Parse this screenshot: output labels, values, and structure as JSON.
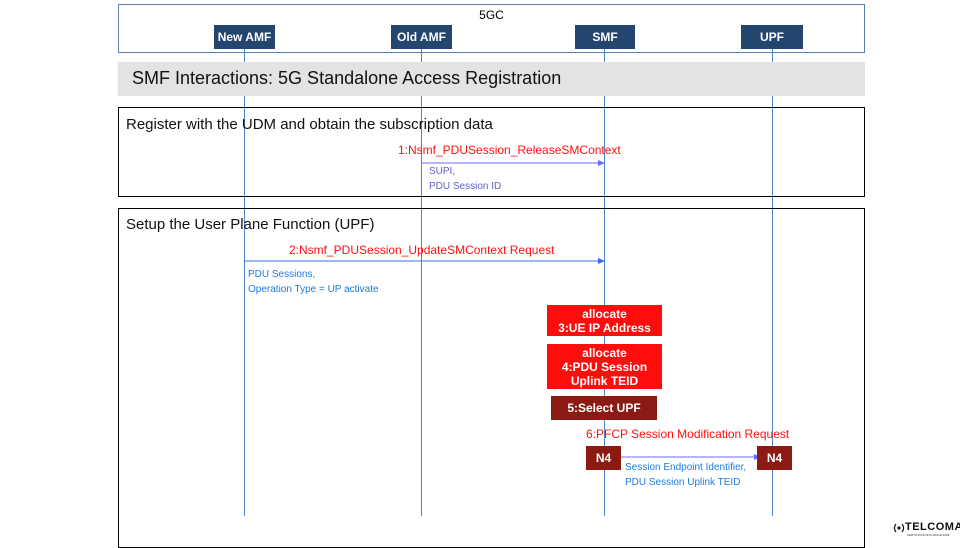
{
  "header": {
    "domain_label": "5GC"
  },
  "nodes": [
    {
      "id": "new-amf",
      "label": "New AMF"
    },
    {
      "id": "old-amf",
      "label": "Old AMF"
    },
    {
      "id": "smf",
      "label": "SMF"
    },
    {
      "id": "upf",
      "label": "UPF"
    }
  ],
  "title": "SMF Interactions: 5G Standalone Access Registration",
  "sections": [
    {
      "title": "Register with the UDM and obtain the subscription data",
      "messages": [
        {
          "label": "1:Nsmf_PDUSession_ReleaseSMContext",
          "params": [
            "SUPI,",
            "PDU Session ID"
          ]
        }
      ]
    },
    {
      "title": "Setup the User Plane Function (UPF)",
      "messages": [
        {
          "label": "2:Nsmf_PDUSession_UpdateSMContext Request",
          "params": [
            "PDU Sessions,",
            "Operation Type = UP activate"
          ]
        }
      ],
      "actions": [
        {
          "lines": [
            "allocate",
            "3:UE IP Address"
          ]
        },
        {
          "lines": [
            "allocate",
            "4:PDU Session",
            "Uplink TEID"
          ]
        },
        {
          "lines": [
            "5:Select UPF"
          ]
        }
      ],
      "n4_message": {
        "label": "6:PFCP Session Modification Request",
        "from_tag": "N4",
        "to_tag": "N4",
        "params": [
          "Session Endpoint Identifier,",
          "PDU Session Uplink TEID"
        ]
      }
    }
  ],
  "logo": {
    "name": "TELCOMA",
    "tagline": "CERTIFICATIONS SINCE 2009"
  },
  "colors": {
    "node_fill": "#24466e",
    "lifeline": "#4f86c6",
    "message_label": "#ff1010",
    "arrow_purple": "#6b6bff",
    "arrow_blue": "#3b6cf0",
    "param_purple": "#6060c8",
    "param_blue": "#1e7be0",
    "action_red": "#ff0d0d",
    "action_dark": "#8b1a12"
  }
}
